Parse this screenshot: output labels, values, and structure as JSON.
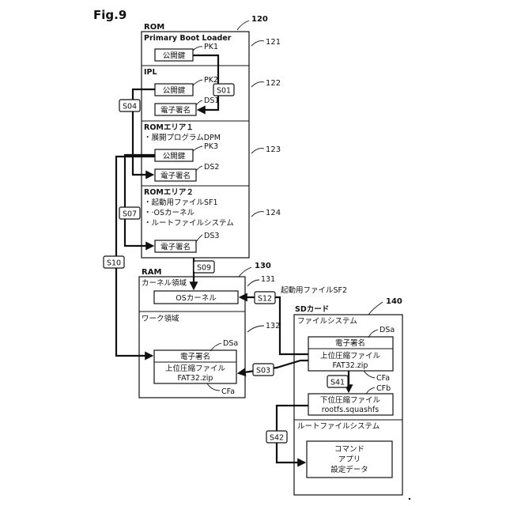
{
  "figure_label": "Fig.9",
  "rom": {
    "ref": "120",
    "title": "ROM",
    "sections": {
      "pbl": {
        "ref": "121",
        "title": "Primary Boot Loader",
        "pk_label": "PK1",
        "pk_text": "公開鍵"
      },
      "ipl": {
        "ref": "122",
        "title": "IPL",
        "pk_label": "PK2",
        "pk_text": "公開鍵",
        "ds_label": "DS1",
        "ds_text": "電子署名"
      },
      "area1": {
        "ref": "123",
        "title": "ROMエリア１",
        "item1": "・展開プログラムDPM",
        "pk_label": "PK3",
        "pk_text": "公開鍵",
        "ds_label": "DS2",
        "ds_text": "電子署名"
      },
      "area2": {
        "ref": "124",
        "title": "ROMエリア２",
        "item1": "・起動用ファイルSF1",
        "item2": "・·OSカーネル",
        "item3": "・ルートファイルシステム",
        "ds_label": "DS3",
        "ds_text": "電子署名"
      }
    }
  },
  "ram": {
    "ref": "130",
    "title": "RAM",
    "kernel": {
      "ref": "131",
      "title": "カーネル領域",
      "box_text": "OSカーネル"
    },
    "work": {
      "ref": "132",
      "title": "ワーク領域",
      "sig_text": "電子署名",
      "ds_label": "DSa",
      "file_line1": "上位圧縮ファイル",
      "file_line2": "FAT32.zip",
      "cf_label": "CFa"
    }
  },
  "sd": {
    "ref": "140",
    "title": "SDカード",
    "boot_file_label": "起動用ファイルSF2",
    "fs": {
      "title": "ファイルシステム",
      "ds_label": "DSa",
      "sig_text": "電子署名",
      "file_line1": "上位圧縮ファイル",
      "file_line2": "FAT32.zip",
      "cfa_label": "CFa",
      "cfb_label": "CFb",
      "lower_line1": "下位圧縮ファイル",
      "lower_line2": "rootfs.squashfs"
    },
    "rootfs": {
      "title": "ルートファイルシステム",
      "line1": "コマンド",
      "line2": "アプリ",
      "line3": "設定データ"
    }
  },
  "steps": {
    "s01": "S01",
    "s04": "S04",
    "s07": "S07",
    "s09": "S09",
    "s10": "S10",
    "s12": "S12",
    "s03": "S03",
    "s41": "S41",
    "s42": "S42"
  }
}
